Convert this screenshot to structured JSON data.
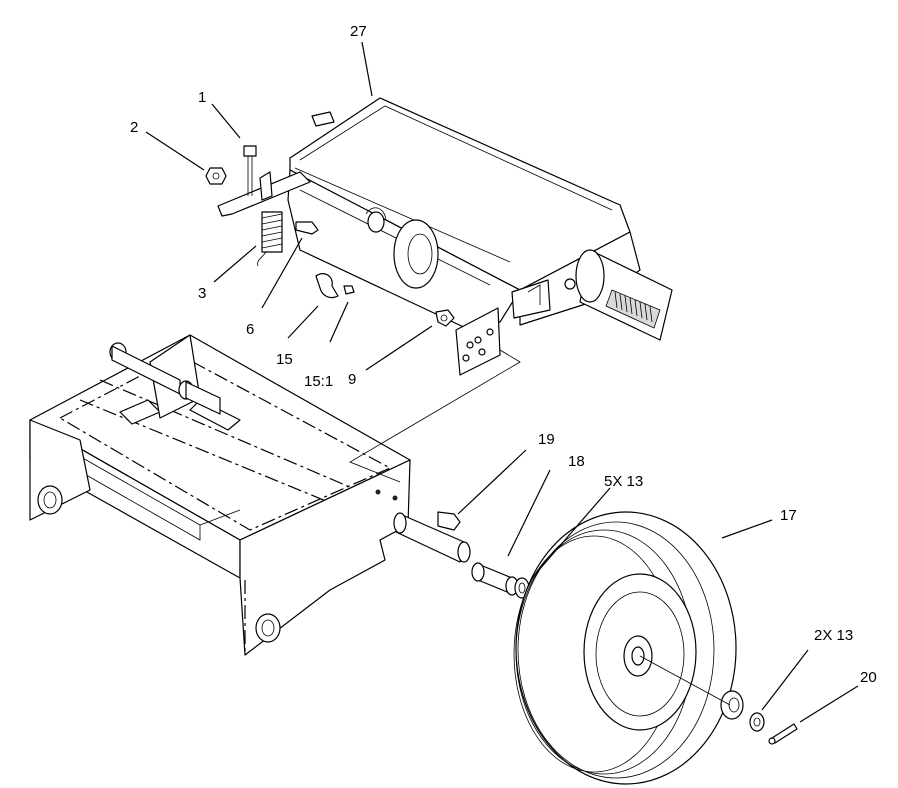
{
  "diagram": {
    "callouts": {
      "c27": "27",
      "c1": "1",
      "c2": "2",
      "c3": "3",
      "c6": "6",
      "c15": "15",
      "c15_1": "15:1",
      "c9": "9",
      "c19": "19",
      "c18": "18",
      "c5x13": "5X 13",
      "c17": "17",
      "c2x13": "2X 13",
      "c20": "20"
    }
  }
}
